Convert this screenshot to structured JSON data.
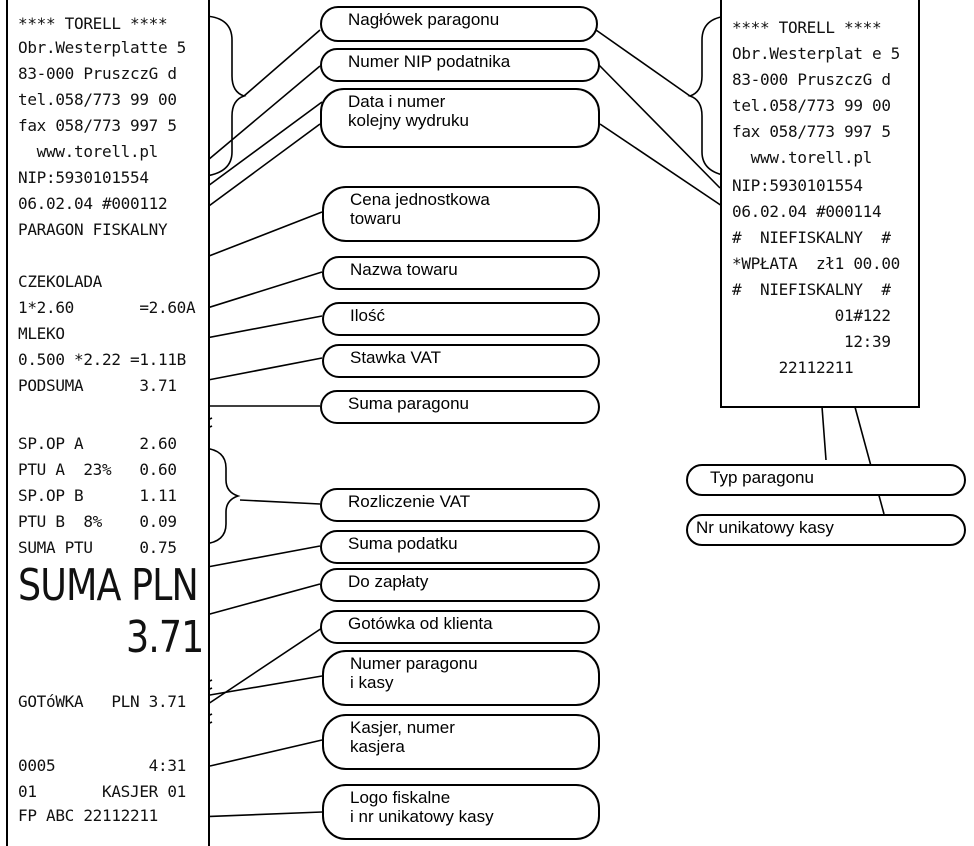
{
  "receipt_left": {
    "lines": [
      "**** TORELL ****",
      "Obr.Westerplatte 5",
      "83-000 PruszczG d",
      "tel.058/773 99 00",
      "fax 058/773 997 5",
      "  www.torell.pl",
      "NIP:5930101554",
      "06.02.04 #000112",
      "PARAGON FISKALNY",
      "",
      "CZEKOLADA",
      "1*2.60       =2.60A",
      "MLEKO",
      "0.500 *2.22 =1.11B",
      "PODSUMA      3.71",
      "SP.OP A      2.60",
      "PTU A  23%   0.60",
      "SP.OP B      1.11",
      "PTU B  8%    0.09",
      "SUMA PTU     0.75",
      "GOTóWKA   PLN 3.71",
      "0005          4:31",
      "01       KASJER 01",
      "FP ABC 22112211"
    ],
    "big_total_label": "SUMA PLN",
    "big_total_value": "3.71"
  },
  "receipt_right": {
    "lines": [
      "**** TORELL ****",
      "Obr.Westerplat e 5",
      "83-000 PruszczG d",
      "tel.058/773 99 00",
      "fax 058/773 997 5",
      "  www.torell.pl",
      "NIP:5930101554",
      "06.02.04 #000114",
      "#  NIEFISKALNY  #",
      "*WPŁATA  zł1 00.00",
      "#  NIEFISKALNY  #",
      "           01#122",
      "            12:39",
      "     22112211"
    ]
  },
  "labels": [
    "Nagłówek paragonu",
    "Numer NIP podatnika",
    "Data i numer\nkolejny wydruku",
    "Cena jednostkowa\ntowaru",
    "Nazwa towaru",
    "Ilość",
    "Stawka VAT",
    "Suma paragonu",
    "Rozliczenie VAT",
    "Suma podatku",
    "Do zapłaty",
    "Gotówka od klienta",
    "Numer paragonu\ni kasy",
    "Kasjer, numer\nkasjera",
    "Logo fiskalne\ni nr unikatowy kasy",
    "Typ paragonu",
    "Nr unikatowy kasy"
  ],
  "colors": {
    "stroke": "#000000",
    "background": "#ffffff",
    "text": "#111111"
  }
}
